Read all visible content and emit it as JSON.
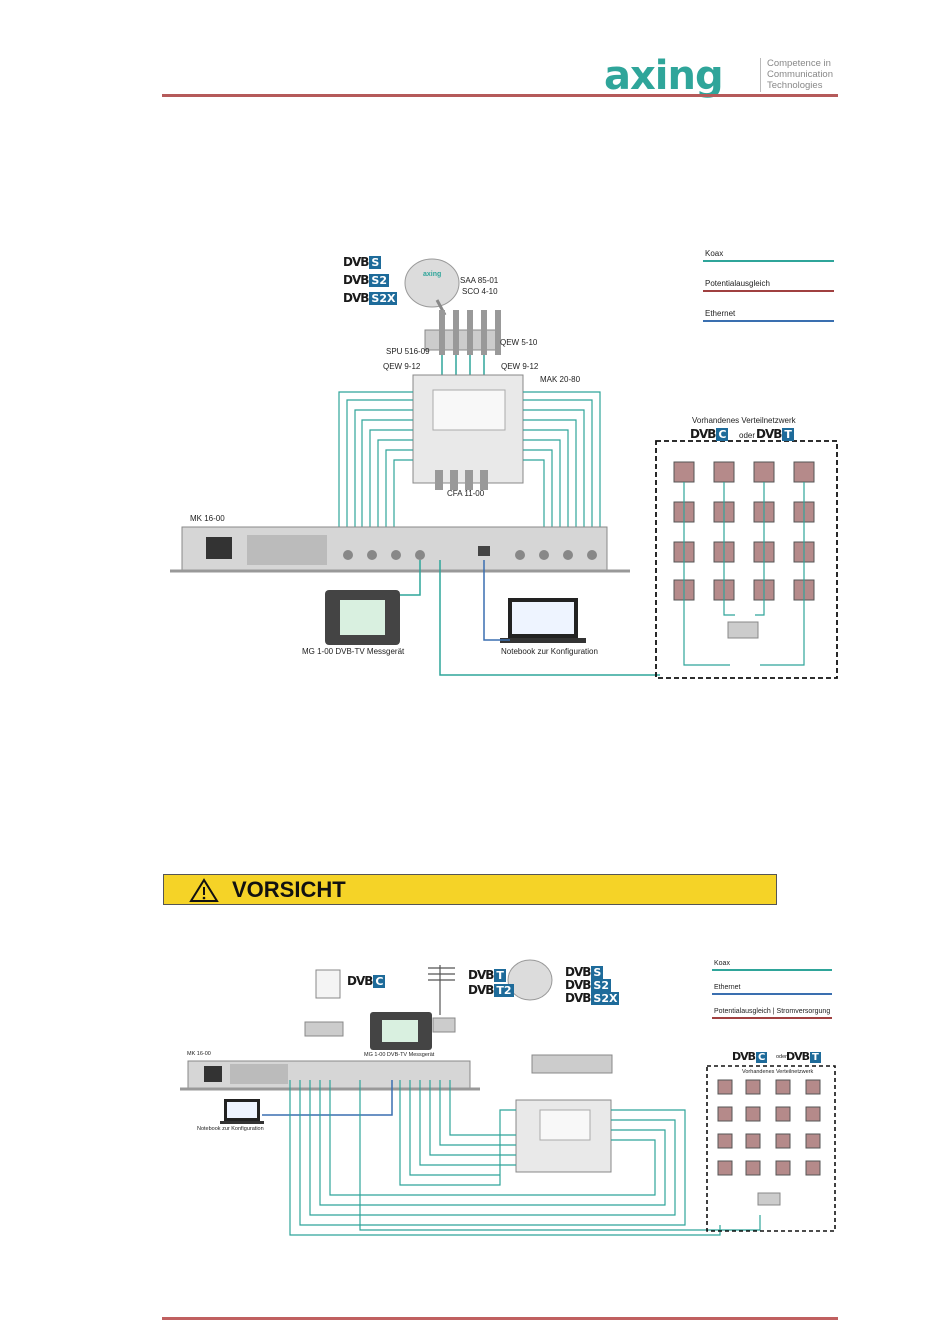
{
  "header": {
    "logo_text": "axing",
    "tagline": [
      "Competence in",
      "Communication",
      "Technologies"
    ],
    "accent_color": "#b55a5a",
    "brand_color": "#2fa59a"
  },
  "legend_colors": {
    "koax": "#2fa59a",
    "potential": "#a04040",
    "ethernet": "#3a6fb0"
  },
  "diagram1": {
    "legend": [
      "Koax",
      "Potentialausgleich",
      "Ethernet"
    ],
    "dvb_labels": [
      "S",
      "S2",
      "S2X"
    ],
    "labels": {
      "saa": "SAA 85-01",
      "sco": "SCO 4-10",
      "qew510": "QEW 5-10",
      "spu": "SPU 516-09",
      "qew_left": "QEW 9-12",
      "qew_right": "QEW 9-12",
      "mak": "MAK 20-80",
      "cfa": "CFA 11-00",
      "mk": "MK 16-00",
      "mg": "MG 1-00 DVB-TV Messgerät",
      "notebook": "Notebook zur Konfiguration",
      "network": "Vorhandenes Verteilnetzwerk",
      "dvb_c": "C",
      "dvb_t": "T",
      "oder": "oder"
    }
  },
  "caution": {
    "title": "VORSICHT"
  },
  "diagram2": {
    "legend": [
      "Koax",
      "Ethernet",
      "Potentialausgleich | Stromversorgung"
    ],
    "dvb_c": "C",
    "dvb_t_labels": [
      "T",
      "T2"
    ],
    "dvb_s_labels": [
      "S",
      "S2",
      "S2X"
    ],
    "labels": {
      "mk": "MK 16-00",
      "mg": "MG 1-00 DVB-TV Messgerät",
      "notebook": "Notebook zur Konfiguration",
      "network": "Vorhandenes Verteilnetzwerk",
      "oder": "oder",
      "dvb_c": "C",
      "dvb_t": "T"
    }
  }
}
